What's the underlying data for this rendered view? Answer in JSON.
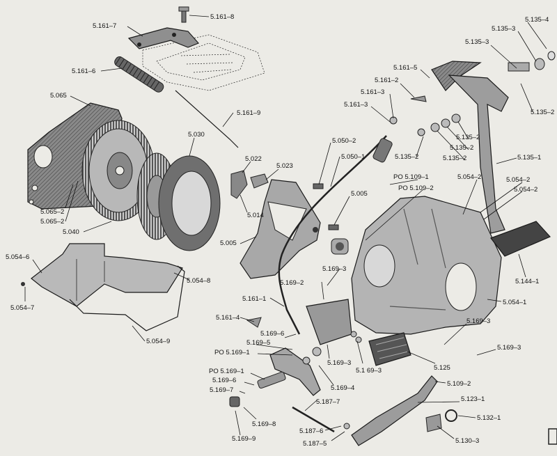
{
  "labels": {
    "l_5161_8": "5.161–8",
    "l_5161_7": "5.161–7",
    "l_5161_6": "5.161–6",
    "l_5065": "5.065",
    "l_5161_9": "5.161–9",
    "l_5030": "5.030",
    "l_5022": "5.022",
    "l_5023": "5.023",
    "l_5050_2": "5.050–2",
    "l_5050_1": "5.050–1",
    "l_5005a": "5.005",
    "l_5005b": "5.005",
    "l_5014": "5.014",
    "l_5065_2a": "5.065–2",
    "l_5065_2b": "5.065–2",
    "l_5040": "5.040",
    "l_5054_6": "5.054–6",
    "l_5054_8": "5.054–8",
    "l_5054_7": "5.054–7",
    "l_5054_9": "5.054–9",
    "l_5161_1": "5.161–1",
    "l_5161_4": "5.161–4",
    "l_5161_5": "5.161–5",
    "l_5161_2": "5.161–2",
    "l_5161_3a": "5.161–3",
    "l_5161_3b": "5.161–3",
    "l_5135_4": "5.135–4",
    "l_5135_3a": "5.135–3",
    "l_5135_3b": "5.135–3",
    "l_5135_2a": "5.135–2",
    "l_5135_2b": "5.135–2",
    "l_5135_2c": "5.135–2",
    "l_5135_2d": "5.135–2",
    "l_5135_2e": "5.135–2",
    "l_5135_1": "5.135–1",
    "l_po5109_1": "PO  5.109–1",
    "l_po5109_2": "PO  5.109–2",
    "l_5054_2a": "5.054–2",
    "l_5054_2b": "5.054–2",
    "l_5054_2c": "5.054–2",
    "l_5144_1": "5.144–1",
    "l_5054_1": "5.054–1",
    "l_5169_3a": "5.169–3",
    "l_5169_2": "5.169–2",
    "l_5169_6a": "5.169–6",
    "l_5169_5": "5.169–5",
    "l_po5169_1a": "PO  5.169–1",
    "l_po5169_1b": "PO  5.169–1",
    "l_5169_6b": "5.169–6",
    "l_5169_7": "5.169–7",
    "l_5169_8": "5.169–8",
    "l_5169_9": "5.169–9",
    "l_5169_3b": "5.169–3",
    "l_5169_3c": "5.1 69–3",
    "l_5169_4": "5.169–4",
    "l_5125": "5.125",
    "l_5169_3d": "5.169–3",
    "l_5169_3e": "5.169–3",
    "l_5109_2b": "5.109–2",
    "l_5123_1": "5.123–1",
    "l_5132_1": "5.132–1",
    "l_5130_3": "5.130–3",
    "l_5187_7": "5.187–7",
    "l_5187_6": "5.187–6",
    "l_5187_5": "5.187–5"
  }
}
